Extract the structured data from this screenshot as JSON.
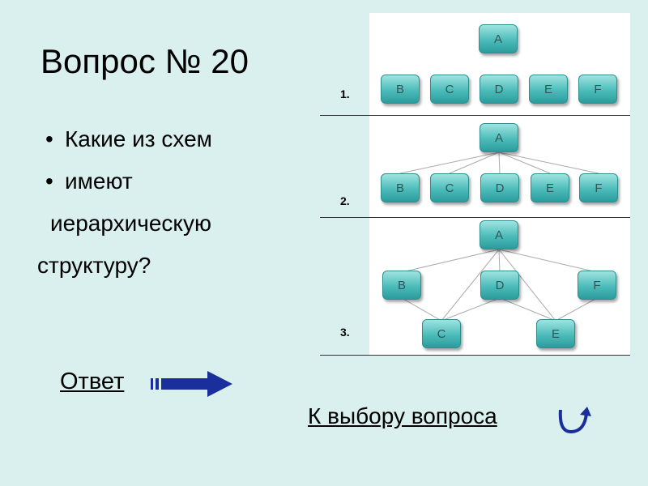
{
  "title": "Вопрос № 20",
  "bullets": {
    "line1": "Какие из схем",
    "line2": "имеют",
    "line3": "иерархическую",
    "line4": "структуру?"
  },
  "schemes": [
    {
      "number": "1.",
      "top": "A",
      "row": [
        "B",
        "C",
        "D",
        "E",
        "F"
      ]
    },
    {
      "number": "2.",
      "top": "A",
      "row": [
        "B",
        "C",
        "D",
        "E",
        "F"
      ]
    },
    {
      "number": "3.",
      "top": "A",
      "middle": [
        "B",
        "D",
        "F"
      ],
      "bottom": [
        "C",
        "E"
      ]
    }
  ],
  "answer_label": "Ответ",
  "nav_label": "К выбору вопроса",
  "icons": {
    "answer": "arrow-right-icon",
    "nav": "return-icon"
  },
  "colors": {
    "background": "#d9f0ee",
    "node": "#4cbcba",
    "arrow": "#1a2f9c"
  }
}
